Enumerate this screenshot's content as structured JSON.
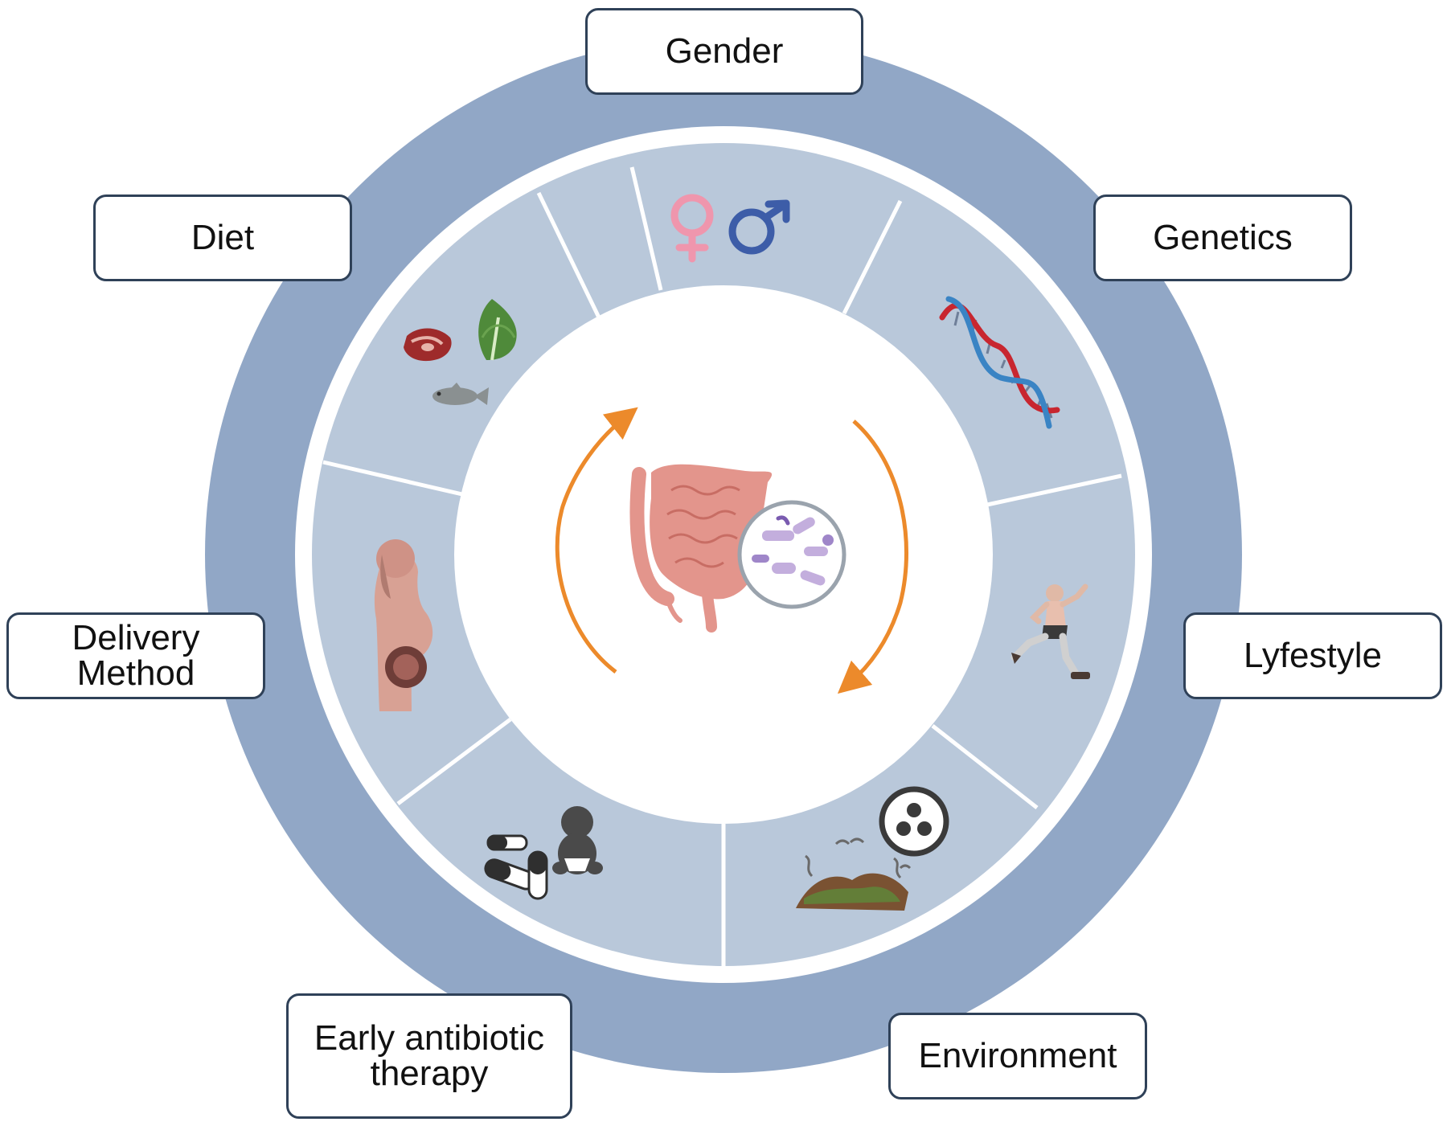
{
  "colors": {
    "outer_ring": "#91a7c6",
    "inner_ring": "#b9c8da",
    "separator": "#ffffff",
    "center": "#ffffff",
    "arrow": "#ec8a2b",
    "label_border": "#2f4158",
    "female_symbol": "#ef96ad",
    "male_symbol": "#3d5da8",
    "dna_strand_a": "#c8262f",
    "dna_strand_b": "#3a84c4",
    "gut": "#e3958c",
    "bacteria": "#c3aedd"
  },
  "labels": {
    "gender": "Gender",
    "genetics": "Genetics",
    "diet": "Diet",
    "lifestyle": "Lyfestyle",
    "delivery_line1": "Delivery",
    "delivery_line2": "Method",
    "antibiotic_line1": "Early antibiotic",
    "antibiotic_line2": "therapy",
    "environment": "Environment"
  },
  "icons": {
    "gender": "gender-symbols-icon",
    "genetics": "dna-helix-icon",
    "lifestyle": "runner-icon",
    "environment": "waste-biohazard-icon",
    "antibiotic": "pills-baby-icon",
    "delivery": "pregnant-woman-icon",
    "diet": "food-icon",
    "center": "gut-microbiota-icon"
  }
}
